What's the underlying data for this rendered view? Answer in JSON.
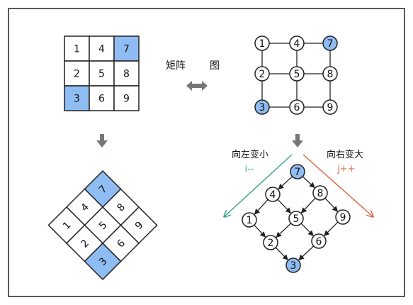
{
  "matrix": {
    "rows": [
      [
        "1",
        "4",
        "7"
      ],
      [
        "2",
        "5",
        "8"
      ],
      [
        "3",
        "6",
        "9"
      ]
    ],
    "highlighted": [
      "3",
      "7"
    ]
  },
  "labels": {
    "matrix": "矩阵",
    "graph": "图",
    "left_direction": "向左变小",
    "left_code": "i--",
    "right_direction": "向右变大",
    "right_code": "j++"
  },
  "graph_grid": {
    "nodes": [
      [
        "1",
        "4",
        "7"
      ],
      [
        "2",
        "5",
        "8"
      ],
      [
        "3",
        "6",
        "9"
      ]
    ],
    "highlighted": [
      "3",
      "7"
    ]
  },
  "rotated_matrix": {
    "cells": [
      "7",
      "4",
      "8",
      "1",
      "5",
      "9",
      "2",
      "6",
      "3"
    ],
    "highlighted": [
      "3",
      "7"
    ]
  },
  "graph_diamond": {
    "nodes": [
      "7",
      "4",
      "8",
      "1",
      "5",
      "9",
      "2",
      "6",
      "3"
    ],
    "highlighted": [
      "3",
      "7"
    ]
  },
  "colors": {
    "highlight_fill": "#8fbcf2",
    "stroke": "#222222",
    "arrow_gray": "#777777",
    "left_arrow": "#3fa58d",
    "right_arrow": "#e0674a",
    "code_green": "#3fa58d",
    "code_red": "#e0674a"
  }
}
